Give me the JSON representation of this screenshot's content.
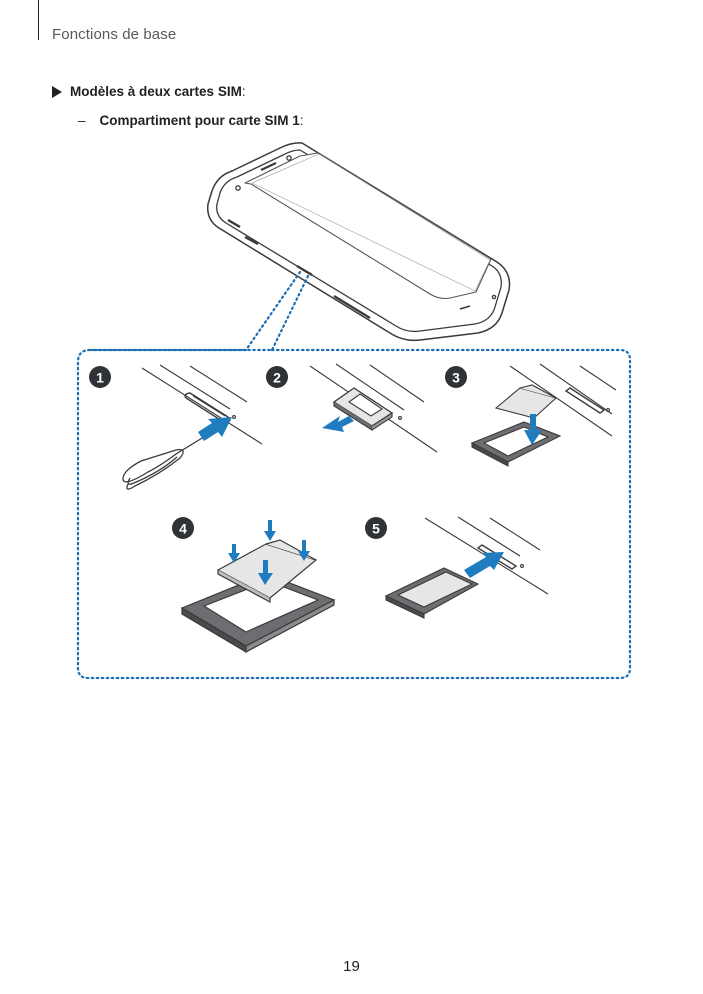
{
  "header": {
    "section": "Fonctions de base"
  },
  "content": {
    "bullet": {
      "label": "Modèles à deux cartes SIM",
      "colon": " :"
    },
    "sub_item": {
      "dash": "–",
      "label": "Compartiment pour carte SIM 1",
      "colon": " :"
    }
  },
  "figure": {
    "steps": [
      "1",
      "2",
      "3",
      "4",
      "5"
    ],
    "colors": {
      "arrow": "#1e7cbf",
      "badge": "#2f3237",
      "tray": "#6d6e71",
      "outline": "#3a3a3a",
      "callout": "#1f6fb5"
    }
  },
  "footer": {
    "page_number": "19"
  }
}
